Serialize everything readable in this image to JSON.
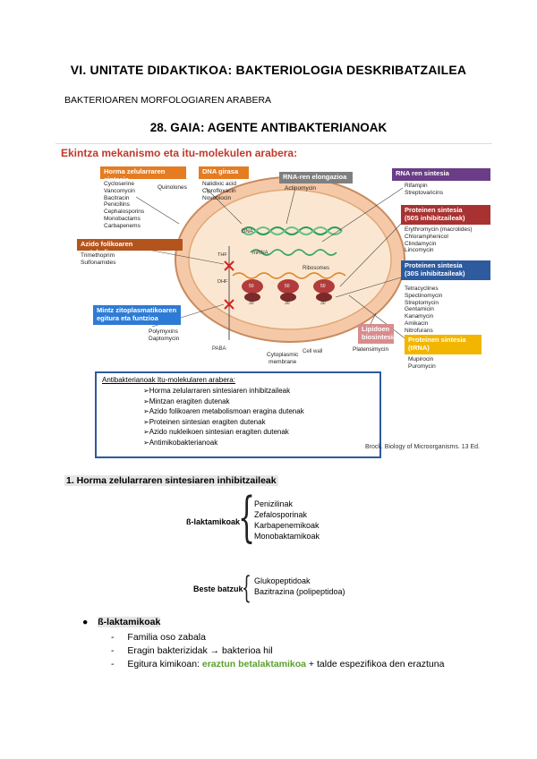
{
  "header": {
    "title": "VI. UNITATE DIDAKTIKOA: BAKTERIOLOGIA DESKRIBATZAILEA",
    "subtitle": "BAKTERIOAREN MORFOLOGIAREN ARABERA",
    "topic": "28. GAIA: AGENTE ANTIBAKTERIANOAK"
  },
  "figure": {
    "title": "Ekintza mekanismo eta itu-molekulen arabera:",
    "boxes": {
      "horma": {
        "label": "Horma zelularraren sintesia",
        "color": "#e57c22",
        "drugs": "Cycloserine\nVancomycin\nBacitracin\nPenicillins\nCephalosporins\nMonobactams\nCarbapenems"
      },
      "dna": {
        "label": "DNA girasa",
        "color": "#e57c22",
        "drugs": "Nalidixic acid\nCiprofloxacin\nNovobiocin",
        "extra": "Quinolones"
      },
      "rna_elong": {
        "label": "RNA-ren elongazioa",
        "color": "#7f7f7f",
        "drugs": "Actinomycin"
      },
      "rna_sint": {
        "label": "RNA ren sintesia",
        "color": "#6a3d86",
        "drugs": "Rifampin\nStreptovaricins"
      },
      "prot50": {
        "label": "Proteinen sintesia\n(50S inhibitzaileak)",
        "color": "#a83232",
        "drugs": "Erythromycin (macrolides)\nChloramphenicol\nClindamycin\nLincomycin"
      },
      "prot30": {
        "label": "Proteinen sintesia\n(30S inhibitzaileak)",
        "color": "#2e5a9e",
        "drugs": "Tetracyclines\nSpectinomycin\nStreptomycin\nGentamicin\nKanamycin\nAmikacin\nNitrofurans"
      },
      "folic": {
        "label": "Azido folikoaren metabolismoa",
        "color": "#b4541d",
        "drugs": "Trimethoprim\nSulfonamides"
      },
      "membrana": {
        "label": "Mintz zitoplasmatikoaren\negitura eta funtzioa",
        "color": "#2e7bd6",
        "drugs": "Polymyxins\nDaptomycin"
      },
      "lipido": {
        "label": "Lipidoen\nbiosintesia",
        "color": "#d98c8c",
        "drugs": "Platensimycin"
      },
      "trna": {
        "label": "Proteinen sintesia\n(tRNA)",
        "color": "#f2b600",
        "drugs": "Mupirocin\nPuromycin"
      }
    },
    "cell_labels": {
      "dna": "DNA",
      "mrna": "mRNA",
      "ribosomes": "Ribosomes",
      "thf": "THF",
      "dhf": "DHF",
      "paba": "PABA",
      "cytoplasmic_membrane": "Cytoplasmic\nmembrane",
      "cell_wall": "Cell wall",
      "r50": "50",
      "r30": "30"
    },
    "legend": {
      "title": "Antibakterianoak Itu-molekularen arabera:",
      "items": [
        "➢Horma zelularraren sintesiaren inhibitzaileak",
        "➢Mintzan eragiten dutenak",
        "➢Azido folikoaren metabolismoan eragina dutenak",
        "➢Proteinen sintesian eragiten dutenak",
        "➢Azido nukleikoen sintesian eragiten dutenak",
        "➢Antimikobakterianoak"
      ]
    },
    "credit": "Brock. Biology of Microorganisms. 13 Ed."
  },
  "section1": {
    "title": "1. Horma zelularraren sintesiaren inhibitzaileak",
    "group1": {
      "label": "ß-laktamikoak",
      "items": [
        "Penizilinak",
        "Zefalosporinak",
        "Karbapenemikoak",
        "Monobaktamikoak"
      ]
    },
    "group2": {
      "label": "Beste batzuk",
      "items": [
        "Glukopeptidoak",
        "Bazitrazina (polipeptidoa)"
      ]
    }
  },
  "bullet": {
    "title": "ß-laktamikoak",
    "items": [
      "Familia oso zabala",
      "Eragin bakterizidak → bakterioa hil"
    ],
    "item3_pre": "Egitura kimikoan: ",
    "item3_highlight": "eraztun betalaktamikoa",
    "item3_post": " + talde espezifikoa den eraztuna"
  }
}
